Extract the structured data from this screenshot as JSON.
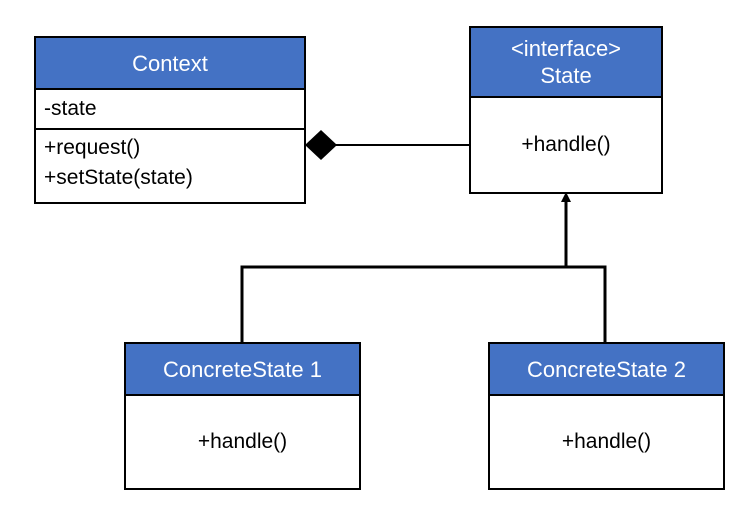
{
  "classes": {
    "context": {
      "name": "Context",
      "attributes": [
        "-state"
      ],
      "operations": [
        "+request()",
        "+setState(state)"
      ]
    },
    "state": {
      "stereotype": "<interface>",
      "name": "State",
      "operations": [
        "+handle()"
      ]
    },
    "concrete1": {
      "name": "ConcreteState 1",
      "operations": [
        "+handle()"
      ]
    },
    "concrete2": {
      "name": "ConcreteState 2",
      "operations": [
        "+handle()"
      ]
    }
  },
  "colors": {
    "header": "#4472c4",
    "header_text": "#ffffff",
    "line": "#000000"
  }
}
